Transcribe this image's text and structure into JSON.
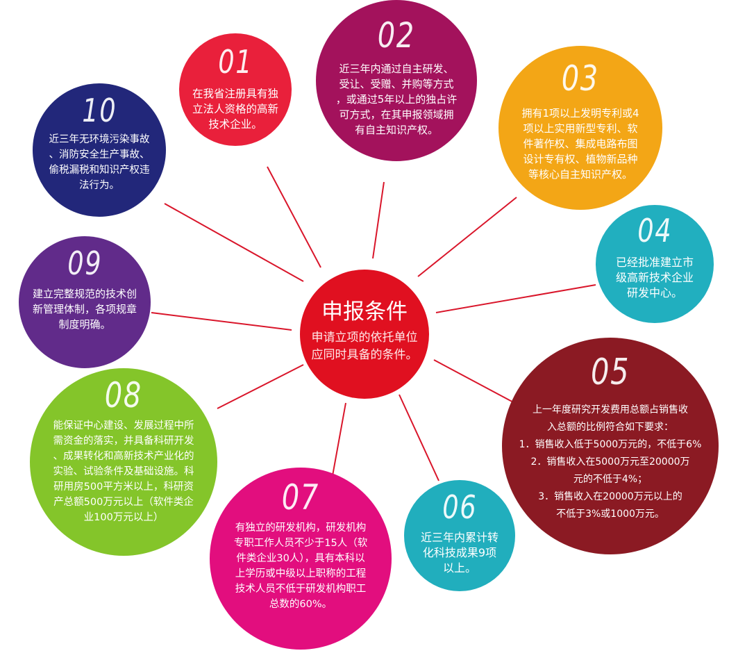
{
  "center": {
    "title": "申报条件",
    "subtitle": [
      "申请立项的依托单位",
      "应同时具备的条件。"
    ],
    "color": "#e01020"
  },
  "items": [
    {
      "num": "01",
      "color": "#e9203b",
      "lines": [
        "在我省注册具有独",
        "立法人资格的高新",
        "技术企业。"
      ]
    },
    {
      "num": "02",
      "color": "#a3125c",
      "lines": [
        "近三年内通过自主研发、",
        "受让、受赠、并购等方式",
        "，或通过5年以上的独占许",
        "可方式，在其申报领域拥",
        "有自主知识产权。"
      ]
    },
    {
      "num": "03",
      "color": "#f3a616",
      "lines": [
        "拥有1项以上发明专利或4",
        "项以上实用新型专利、软",
        "件著作权、集成电路布图",
        "设计专有权、植物新品种",
        "等核心自主知识产权。"
      ]
    },
    {
      "num": "04",
      "color": "#21afbf",
      "lines": [
        "已经批准建立市",
        "级高新技术企业",
        "研发中心。"
      ]
    },
    {
      "num": "05",
      "color": "#8b1a23",
      "lines": [
        "上一年度研究开发费用总额占销售收",
        "入总额的比例符合如下要求：",
        "1．销售收入低于5000万元的，不低于6%",
        "2．销售收入在5000万元至20000万",
        "元的不低于4%；",
        "3．销售收入在20000万元以上的",
        "不低于3%或1000万元。"
      ]
    },
    {
      "num": "06",
      "color": "#21aebd",
      "lines": [
        "近三年内累计转",
        "化科技成果9项",
        "以上。"
      ]
    },
    {
      "num": "07",
      "color": "#e20e7e",
      "lines": [
        "有独立的研发机构，研发机构",
        "专职工作人员不少于15人（软",
        "件类企业30人），具有本科以",
        "上学历或中级以上职称的工程",
        "技术人员不低于研发机构职工",
        "总数的60%。"
      ]
    },
    {
      "num": "08",
      "color": "#84c52a",
      "lines": [
        "能保证中心建设、发展过程中所",
        "需资金的落实，并具备科研开发",
        "、成果转化和高新技术产业化的",
        "实验、试验条件及基础设施。科",
        "研用房500平方米以上，科研资",
        "产总额500万元以上（软件类企",
        "业100万元以上）"
      ]
    },
    {
      "num": "09",
      "color": "#612b8a",
      "lines": [
        "建立完整规范的技术创",
        "新管理体制，各项规章",
        "制度明确。"
      ]
    },
    {
      "num": "10",
      "color": "#22277a",
      "lines": [
        "近三年无环境污染事故",
        "、消防安全生产事故、",
        "偷税漏税和知识产权违",
        "法行为。"
      ]
    }
  ]
}
